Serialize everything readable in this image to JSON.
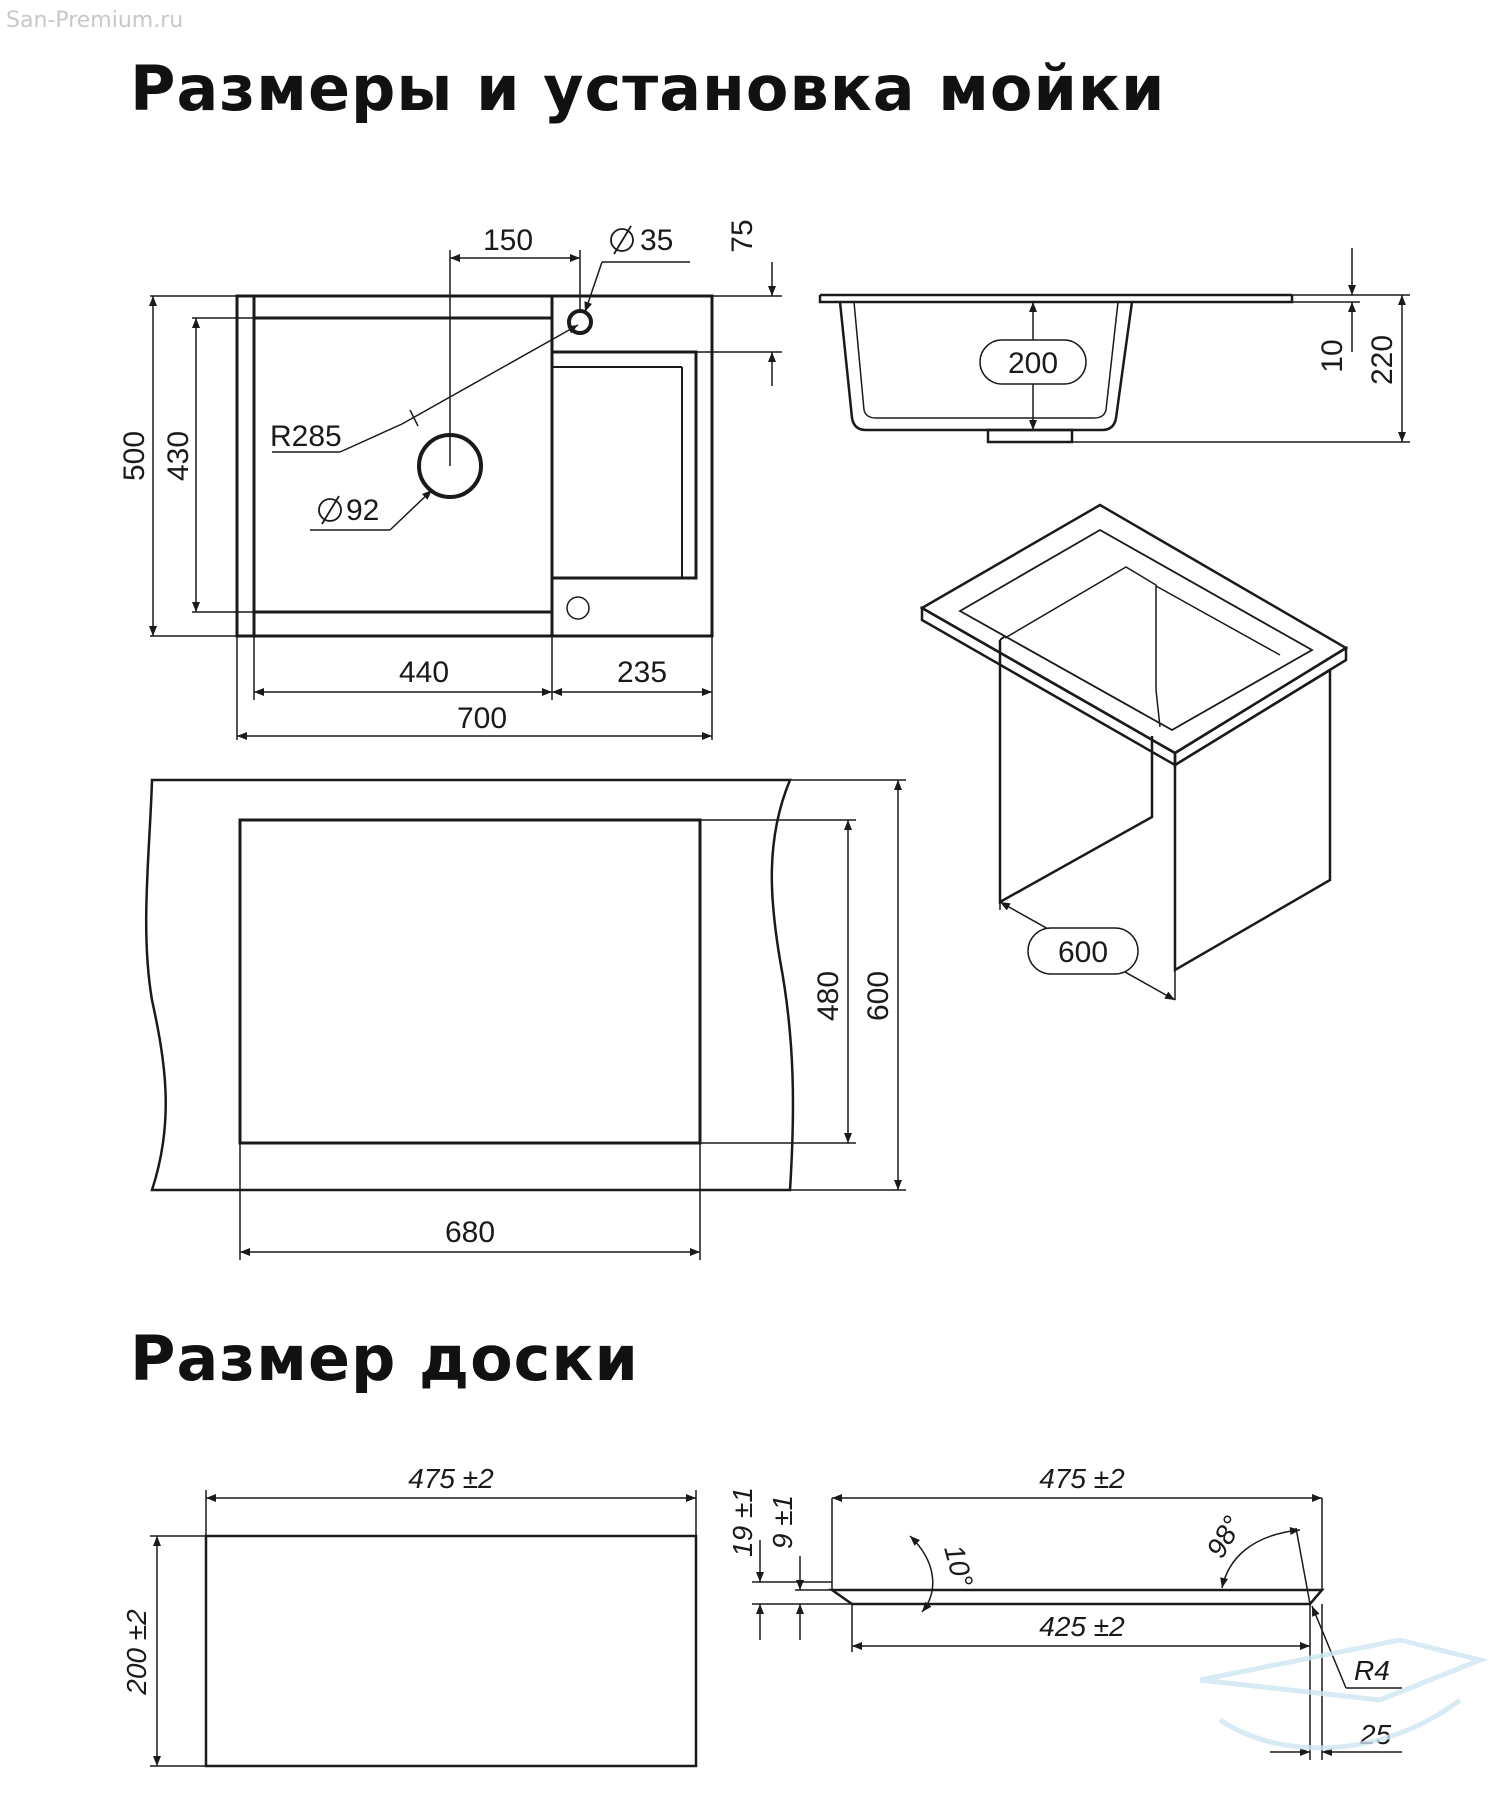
{
  "watermark": "San-Premium.ru",
  "titles": {
    "sink": "Размеры и установка мойки",
    "board": "Размер доски"
  },
  "dims": {
    "top_view": {
      "d150": "150",
      "d35": "35",
      "d75": "75",
      "d500": "500",
      "d430": "430",
      "r285": "R285",
      "d92": "92",
      "d440": "440",
      "d235": "235",
      "d700": "700"
    },
    "side_view": {
      "d200": "200",
      "d10": "10",
      "d220": "220"
    },
    "cutout": {
      "d480": "480",
      "d600": "600",
      "d680": "680"
    },
    "iso": {
      "d600": "600"
    },
    "board_top": {
      "d475": "475 ±2",
      "d200": "200 ±2"
    },
    "board_side": {
      "d475": "475 ±2",
      "d19": "19 ±1",
      "d9": "9 ±1",
      "a10": "10°",
      "a98": "98°",
      "d425": "425 ±2",
      "r4": "R4",
      "d25": "25"
    }
  },
  "colors": {
    "line": "#1a1a1a",
    "watermark": "#c8c8c8",
    "logo": "#cfe6f2"
  },
  "icons": [
    "diameter-icon",
    "logo-icon"
  ]
}
